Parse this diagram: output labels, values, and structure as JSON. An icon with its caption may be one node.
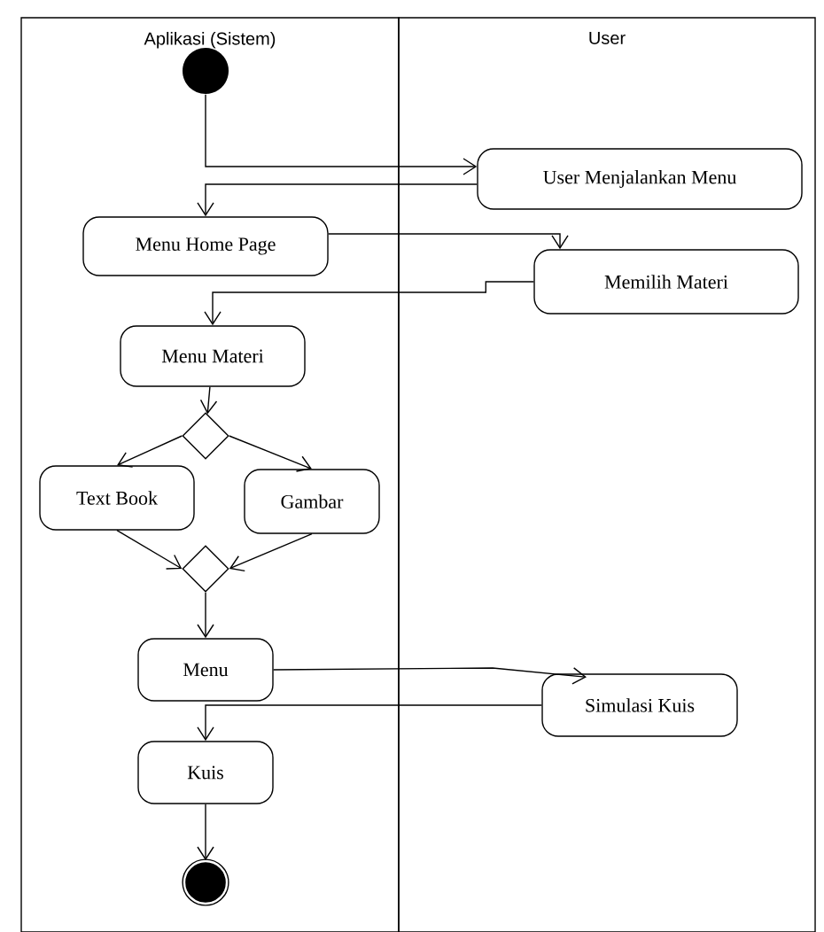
{
  "diagram": {
    "nodes": [
      {
        "text": [
          "Aplikasi (Sistem)"
        ]
      },
      {
        "text": [
          "User"
        ]
      },
      {
        "text": [],
        "shape": "circle",
        "in": 0
      },
      {
        "text": [
          "User Menjalankan Menu"
        ],
        "in": 1
      },
      {
        "text": [
          "Menu Home Page"
        ],
        "in": 0
      },
      {
        "text": [
          "Memilih Materi"
        ],
        "in": 1
      },
      {
        "text": [
          "Menu Materi"
        ],
        "in": 0
      },
      {
        "text": [],
        "shape": "diamond",
        "in": 0
      },
      {
        "text": [
          "Text Book"
        ],
        "in": 0
      },
      {
        "text": [
          "Gambar"
        ],
        "in": 0
      },
      {
        "text": [],
        "shape": "diamond",
        "in": 0
      },
      {
        "text": [
          "Menu"
        ],
        "in": 0
      },
      {
        "text": [
          "Simulasi Kuis"
        ],
        "in": 1
      },
      {
        "text": [
          "Kuis"
        ],
        "in": 0
      },
      {
        "text": [],
        "shape": "circle",
        "in": 0
      }
    ],
    "edges": [
      {
        "from": 2,
        "to": 3,
        "arrow": "to"
      },
      {
        "from": 3,
        "to": 4,
        "arrow": "to"
      },
      {
        "from": 4,
        "to": 5,
        "arrow": "to"
      },
      {
        "from": 5,
        "to": 6,
        "arrow": "to"
      },
      {
        "from": 6,
        "to": 7,
        "arrow": "to"
      },
      {
        "from": 7,
        "to": 8,
        "arrow": "to"
      },
      {
        "from": 7,
        "to": 9,
        "arrow": "to"
      },
      {
        "from": 8,
        "to": 10,
        "arrow": "to"
      },
      {
        "from": 9,
        "to": 10,
        "arrow": "to"
      },
      {
        "from": 10,
        "to": 11,
        "arrow": "to"
      },
      {
        "from": 11,
        "to": 12,
        "arrow": "to"
      },
      {
        "from": 12,
        "to": 13,
        "arrow": "to"
      },
      {
        "from": 13,
        "to": 14,
        "arrow": "to"
      }
    ]
  }
}
